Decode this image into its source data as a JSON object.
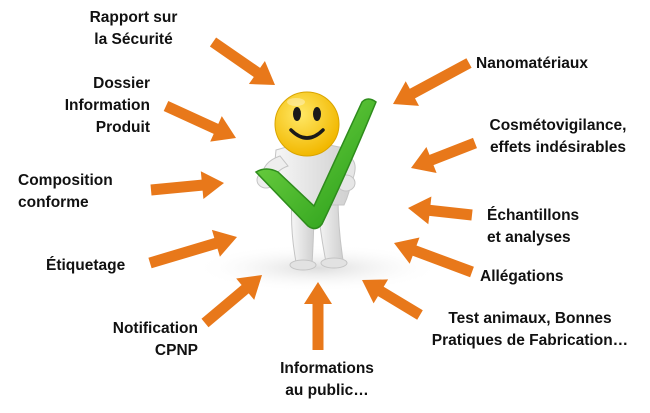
{
  "colors": {
    "arrow": "#E8781A",
    "smiley": "#F7CB19",
    "check": "#3FAF2A",
    "figure": "#E9E9E9",
    "text": "#111111"
  },
  "center": {
    "figure_icon": "person-figure-icon",
    "face_icon": "smiley-face-icon",
    "check_icon": "green-checkmark-icon"
  },
  "labels": [
    {
      "id": "rapport",
      "lines": [
        "Rapport sur",
        "la Sécurité"
      ]
    },
    {
      "id": "dossier",
      "lines": [
        "Dossier",
        "Information",
        "Produit"
      ]
    },
    {
      "id": "composition",
      "lines": [
        "Composition",
        "conforme"
      ]
    },
    {
      "id": "etiquetage",
      "lines": [
        "Étiquetage"
      ]
    },
    {
      "id": "notification",
      "lines": [
        "Notification",
        "CPNP"
      ]
    },
    {
      "id": "informations",
      "lines": [
        "Informations",
        "au public…"
      ]
    },
    {
      "id": "nano",
      "lines": [
        "Nanomatériaux"
      ]
    },
    {
      "id": "cosmeto",
      "lines": [
        "Cosmétovigilance,",
        "effets indésirables"
      ]
    },
    {
      "id": "echantillons",
      "lines": [
        "Échantillons",
        "et analyses"
      ]
    },
    {
      "id": "allegations",
      "lines": [
        "Allégations"
      ]
    },
    {
      "id": "test",
      "lines": [
        "Test animaux, Bonnes",
        "Pratiques de Fabrication…"
      ]
    }
  ]
}
